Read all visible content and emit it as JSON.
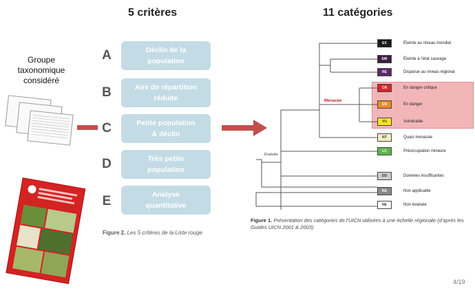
{
  "headings": {
    "criteria": "5 critères",
    "categories": "11 catégories"
  },
  "group": {
    "label_lines": [
      "Groupe",
      "taxonomique",
      "considéré"
    ]
  },
  "criteria": [
    {
      "letter": "A",
      "lines": [
        "Déclin de la",
        "population"
      ]
    },
    {
      "letter": "B",
      "lines": [
        "Aire de répartition",
        "réduite"
      ]
    },
    {
      "letter": "C",
      "lines": [
        "Petite population",
        "& déclin"
      ]
    },
    {
      "letter": "D",
      "lines": [
        "Très petite",
        "population"
      ]
    },
    {
      "letter": "E",
      "lines": [
        "Analyse",
        "quantitative"
      ]
    }
  ],
  "figure2": {
    "prefix": "Figure 2.",
    "text": "Les 5 critères de la Liste rouge"
  },
  "categories": [
    {
      "code": "EX",
      "label": "Éteinte au niveau mondial",
      "bg": "#1a1a1a",
      "fg": "#ffffff"
    },
    {
      "code": "EW",
      "label": "Éteinte à l'état sauvage",
      "bg": "#3b1f3f",
      "fg": "#ffffff"
    },
    {
      "code": "RE",
      "label": "Disparue au niveau régional",
      "bg": "#5a2a6a",
      "fg": "#ffffff"
    },
    {
      "code": "CR",
      "label": "En danger critique",
      "bg": "#d7262b",
      "fg": "#ffffff"
    },
    {
      "code": "EN",
      "label": "En danger",
      "bg": "#f08a24",
      "fg": "#ffffff"
    },
    {
      "code": "VU",
      "label": "Vulnérable",
      "bg": "#f8e424",
      "fg": "#333333"
    },
    {
      "code": "NT",
      "label": "Quasi menacée",
      "bg": "#f1eec4",
      "fg": "#333333"
    },
    {
      "code": "LC",
      "label": "Préoccupation mineure",
      "bg": "#5fb54a",
      "fg": "#ffffff"
    },
    {
      "code": "DD",
      "label": "Données insuffisantes",
      "bg": "#cccccc",
      "fg": "#333333"
    },
    {
      "code": "NA",
      "label": "Non applicable",
      "bg": "#888888",
      "fg": "#ffffff"
    },
    {
      "code": "NE",
      "label": "Non évaluée",
      "bg": "#ffffff",
      "fg": "#333333"
    }
  ],
  "tree": {
    "threatened_label": "Menacée",
    "evaluated_label": "Évaluée"
  },
  "figure1": {
    "prefix": "Figure 1.",
    "text": "Présentation des catégories de l'UICN utilisées à une échelle régionale (d'après les Guides UICN 2001 & 2003)"
  },
  "page": {
    "number": "4/19"
  },
  "colors": {
    "arrow": "#c0504d",
    "criteria_box": "#c3dbe4",
    "threat_band": "#f3b6b8"
  },
  "icons": [
    "document-stack-icon",
    "red-list-guide-cover-icon",
    "arrow-right-icon"
  ]
}
